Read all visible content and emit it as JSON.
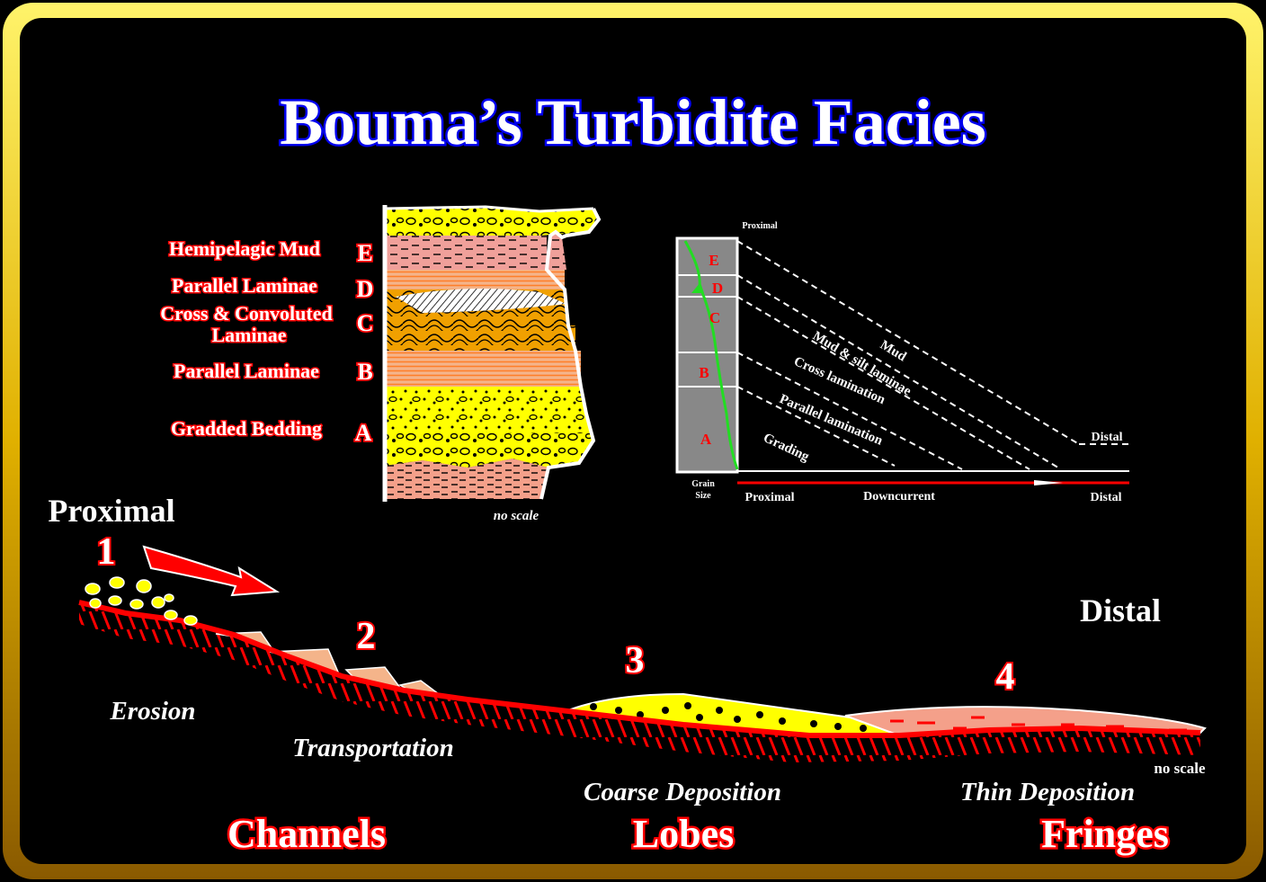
{
  "title": "Bouma’s Turbidite Facies",
  "column": {
    "layers": [
      {
        "letter": "E",
        "label": "Hemipelagic Mud"
      },
      {
        "letter": "D",
        "label": "Parallel Laminae"
      },
      {
        "letter": "C",
        "label_line1": "Cross  & Convoluted",
        "label_line2": "Laminae"
      },
      {
        "letter": "B",
        "label": "Parallel Laminae"
      },
      {
        "letter": "A",
        "label": "Gradded Bedding"
      }
    ],
    "no_scale": "no scale"
  },
  "graph": {
    "top_label": "Proximal",
    "letters": [
      "E",
      "D",
      "C",
      "B",
      "A"
    ],
    "lines": [
      "Mud",
      "Mud & silt laminae",
      "Cross lamination",
      "Parallel lamination",
      "Grading"
    ],
    "grain_size_line1": "Grain",
    "grain_size_line2": "Size",
    "x_left": "Proximal",
    "x_mid": "Downcurrent",
    "x_right": "Distal",
    "distal_upper": "Distal"
  },
  "profile": {
    "proximal": "Proximal",
    "distal": "Distal",
    "no_scale": "no scale",
    "stages": [
      {
        "num": "1",
        "label": "Erosion"
      },
      {
        "num": "2",
        "label": "Transportation"
      },
      {
        "num": "3",
        "label": "Coarse Deposition"
      },
      {
        "num": "4",
        "label": "Thin Deposition"
      }
    ],
    "zones": [
      "Channels",
      "Lobes",
      "Fringes"
    ]
  },
  "colors": {
    "frame": "#f5d000",
    "title": "#ffffff",
    "title_outline": "#0000ee",
    "accent": "#ff0000",
    "sand": "#ffff00",
    "mud": "#f0a090"
  }
}
